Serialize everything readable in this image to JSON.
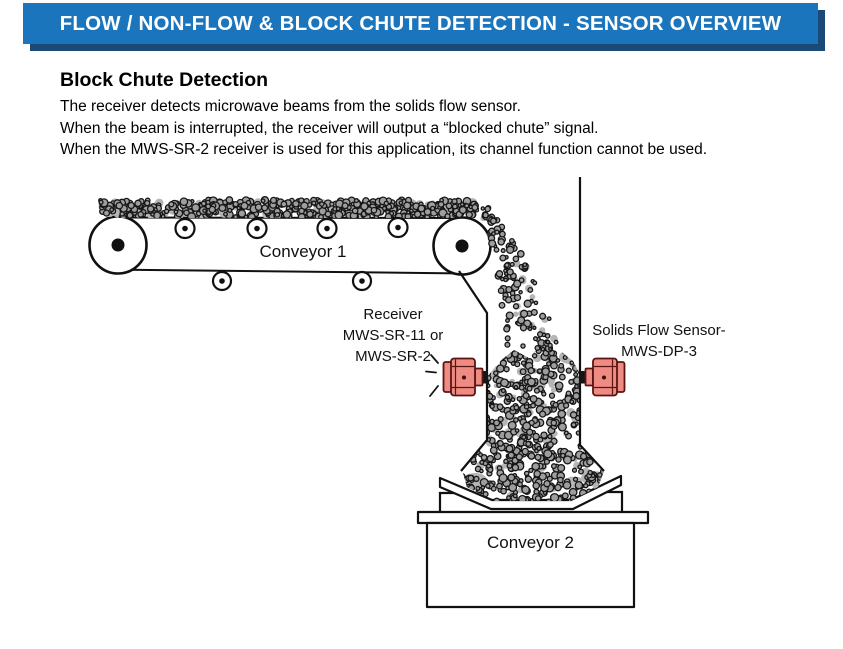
{
  "header": {
    "title": "FLOW / NON-FLOW & BLOCK CHUTE DETECTION - SENSOR OVERVIEW"
  },
  "section": {
    "heading": "Block Chute Detection",
    "lines": [
      "The receiver detects microwave beams from the solids flow sensor.",
      "When the beam is interrupted, the receiver will output a “blocked chute” signal.",
      "When the MWS-SR-2 receiver is used for this application, its channel function cannot be used."
    ]
  },
  "diagram": {
    "conveyor1_label": "Conveyor 1",
    "conveyor2_label": "Conveyor 2",
    "receiver_label": {
      "line1": "Receiver",
      "line2": "MWS-SR-11 or",
      "line3": "MWS-SR-2"
    },
    "solids_sensor_label": {
      "line1": "Solids Flow Sensor-",
      "line2": "MWS-DP-3"
    }
  },
  "colors": {
    "header_bg": "#1b75bc",
    "header_shadow": "#1c4a78",
    "header_text": "#ffffff",
    "sensor_body": "#ee8c84",
    "sensor_outline": "#5a1513",
    "pebble_fill": "#9e9e9e",
    "pebble_stroke": "#161616",
    "pebble_light": "#b5b5b5"
  }
}
